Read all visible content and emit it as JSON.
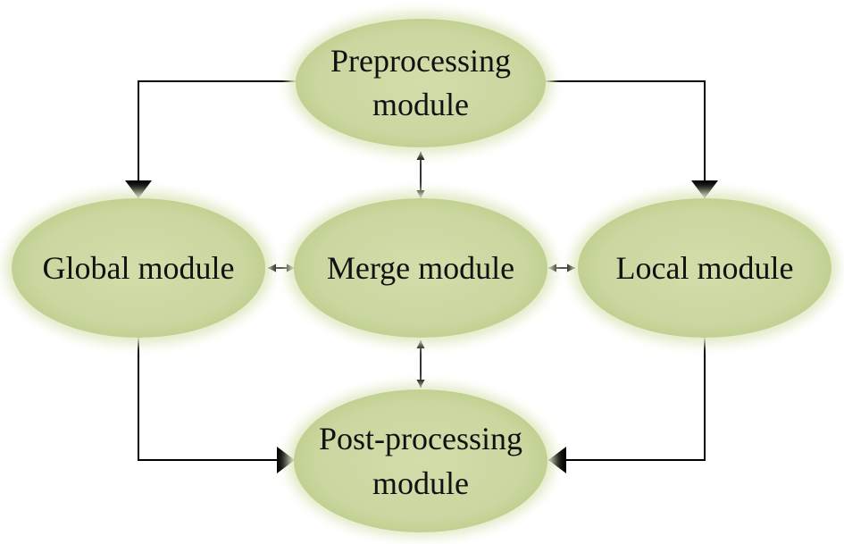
{
  "diagram": {
    "nodes": {
      "preprocessing": {
        "line1": "Preprocessing",
        "line2": "module"
      },
      "global": {
        "label": "Global module"
      },
      "merge": {
        "label": "Merge module"
      },
      "local": {
        "label": "Local module"
      },
      "postprocessing": {
        "line1": "Post-processing",
        "line2": "module"
      }
    },
    "colors": {
      "node_fill_center": "#d2dca8",
      "node_fill_edge": "#c2d18f",
      "node_glow": "#dfe8c2",
      "arrow": "#000000"
    }
  }
}
